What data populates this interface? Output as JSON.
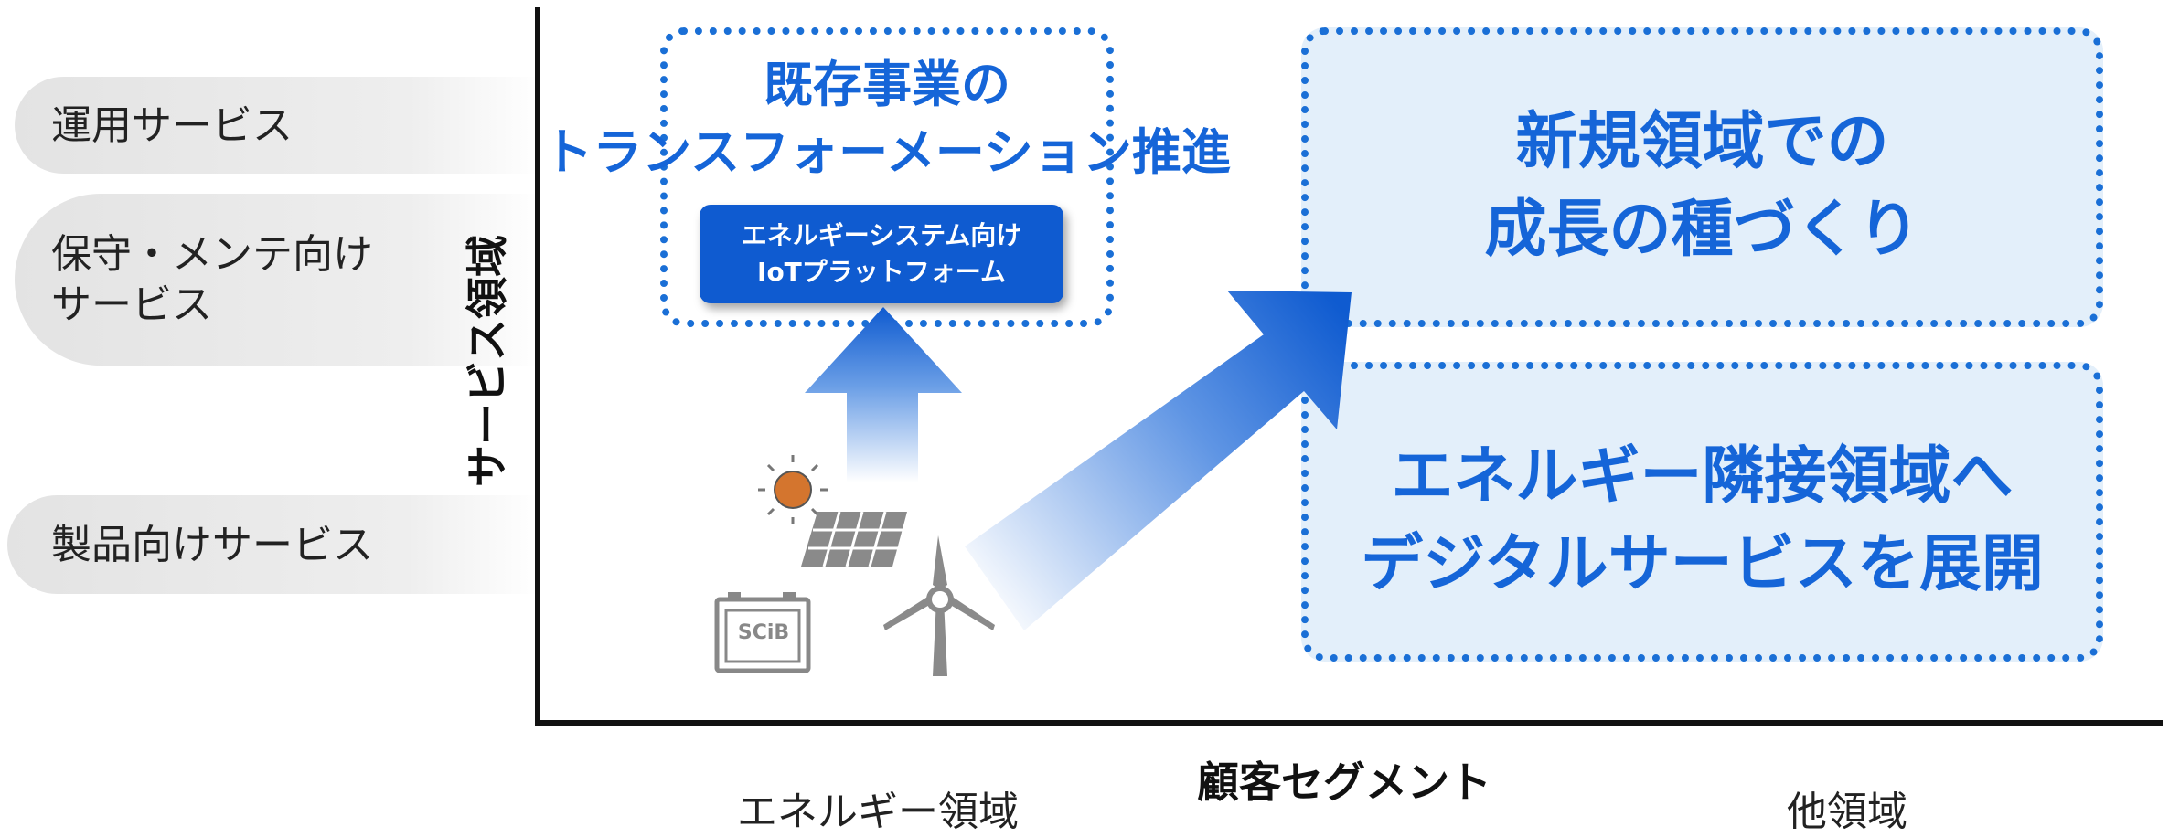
{
  "rows": [
    {
      "label": "運用サービス"
    },
    {
      "label_line1": "保守・メンテ向け",
      "label_line2": "サービス"
    },
    {
      "label": "製品向けサービス"
    }
  ],
  "y_axis_title": "サービス領域",
  "x_axis_title": "顧客セグメント",
  "x_categories": [
    "エネルギー領域",
    "他領域"
  ],
  "box_transform": {
    "line1": "既存事業の",
    "line2": "トランスフォーメーション推進"
  },
  "iot_badge": {
    "line1": "エネルギーシステム向け",
    "line2": "IoTプラットフォーム"
  },
  "box_new": {
    "line1": "新規領域での",
    "line2": "成長の種づくり"
  },
  "box_digital": {
    "line1": "エネルギー隣接領域へ",
    "line2": "デジタルサービスを展開"
  },
  "battery_logo": "SCiB",
  "colors": {
    "accent": "#1565d8",
    "box_fill": "#e3effa",
    "row_bg": "#e6e6e6"
  },
  "icons": [
    "sun-icon",
    "solar-panel-icon",
    "wind-turbine-icon",
    "battery-icon"
  ]
}
